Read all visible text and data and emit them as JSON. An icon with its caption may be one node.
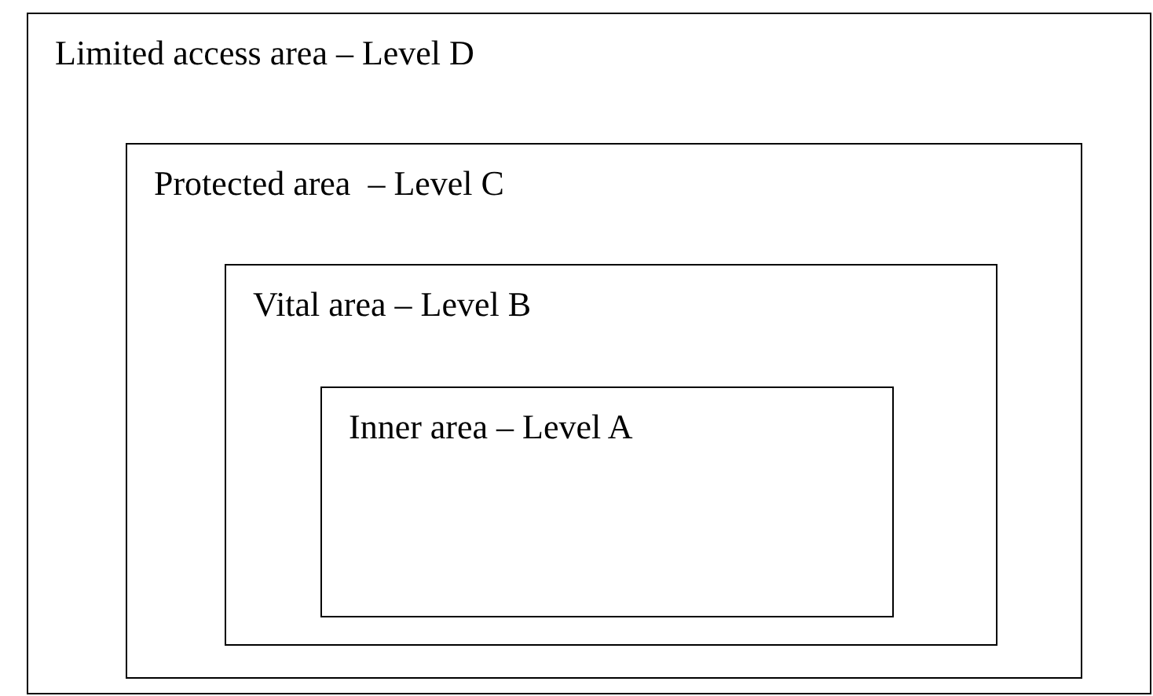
{
  "diagram": {
    "nodes": [
      {
        "text": [
          "Limited access area – Level D"
        ]
      },
      {
        "text": [
          "Protected area  – Level C"
        ],
        "in": 0
      },
      {
        "text": [
          "Vital area – Level B"
        ],
        "in": 1
      },
      {
        "text": [
          "Inner area – Level A"
        ],
        "in": 2
      }
    ]
  }
}
